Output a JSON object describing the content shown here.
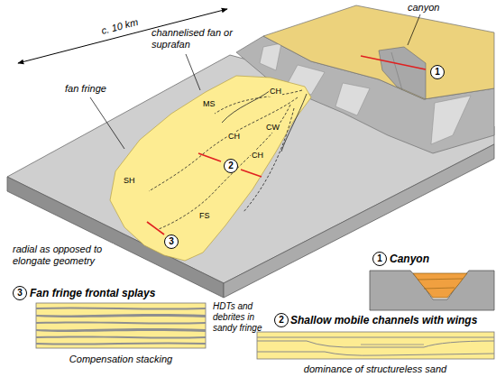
{
  "diagram": {
    "nodes": [
      {
        "text": [
          "1"
        ]
      },
      {
        "text": [
          "2"
        ]
      },
      {
        "text": [
          "3"
        ]
      },
      {
        "text": [
          "1"
        ]
      },
      {
        "text": [
          "2"
        ]
      },
      {
        "text": [
          "3"
        ]
      }
    ],
    "labels": [
      "canyon",
      "c. 10 km",
      "channelised fan or suprafan",
      "fan fringe",
      "MS",
      "CH",
      "CW",
      "CH",
      "CH",
      "SH",
      "FS",
      "radial as opposed to elongate geometry",
      "Canyon",
      "Shallow mobile channels with wings",
      "Fan fringe frontal splays",
      "HDTs and debrites in sandy fringe",
      "dominance of structureless sand",
      "Compensation stacking"
    ]
  }
}
